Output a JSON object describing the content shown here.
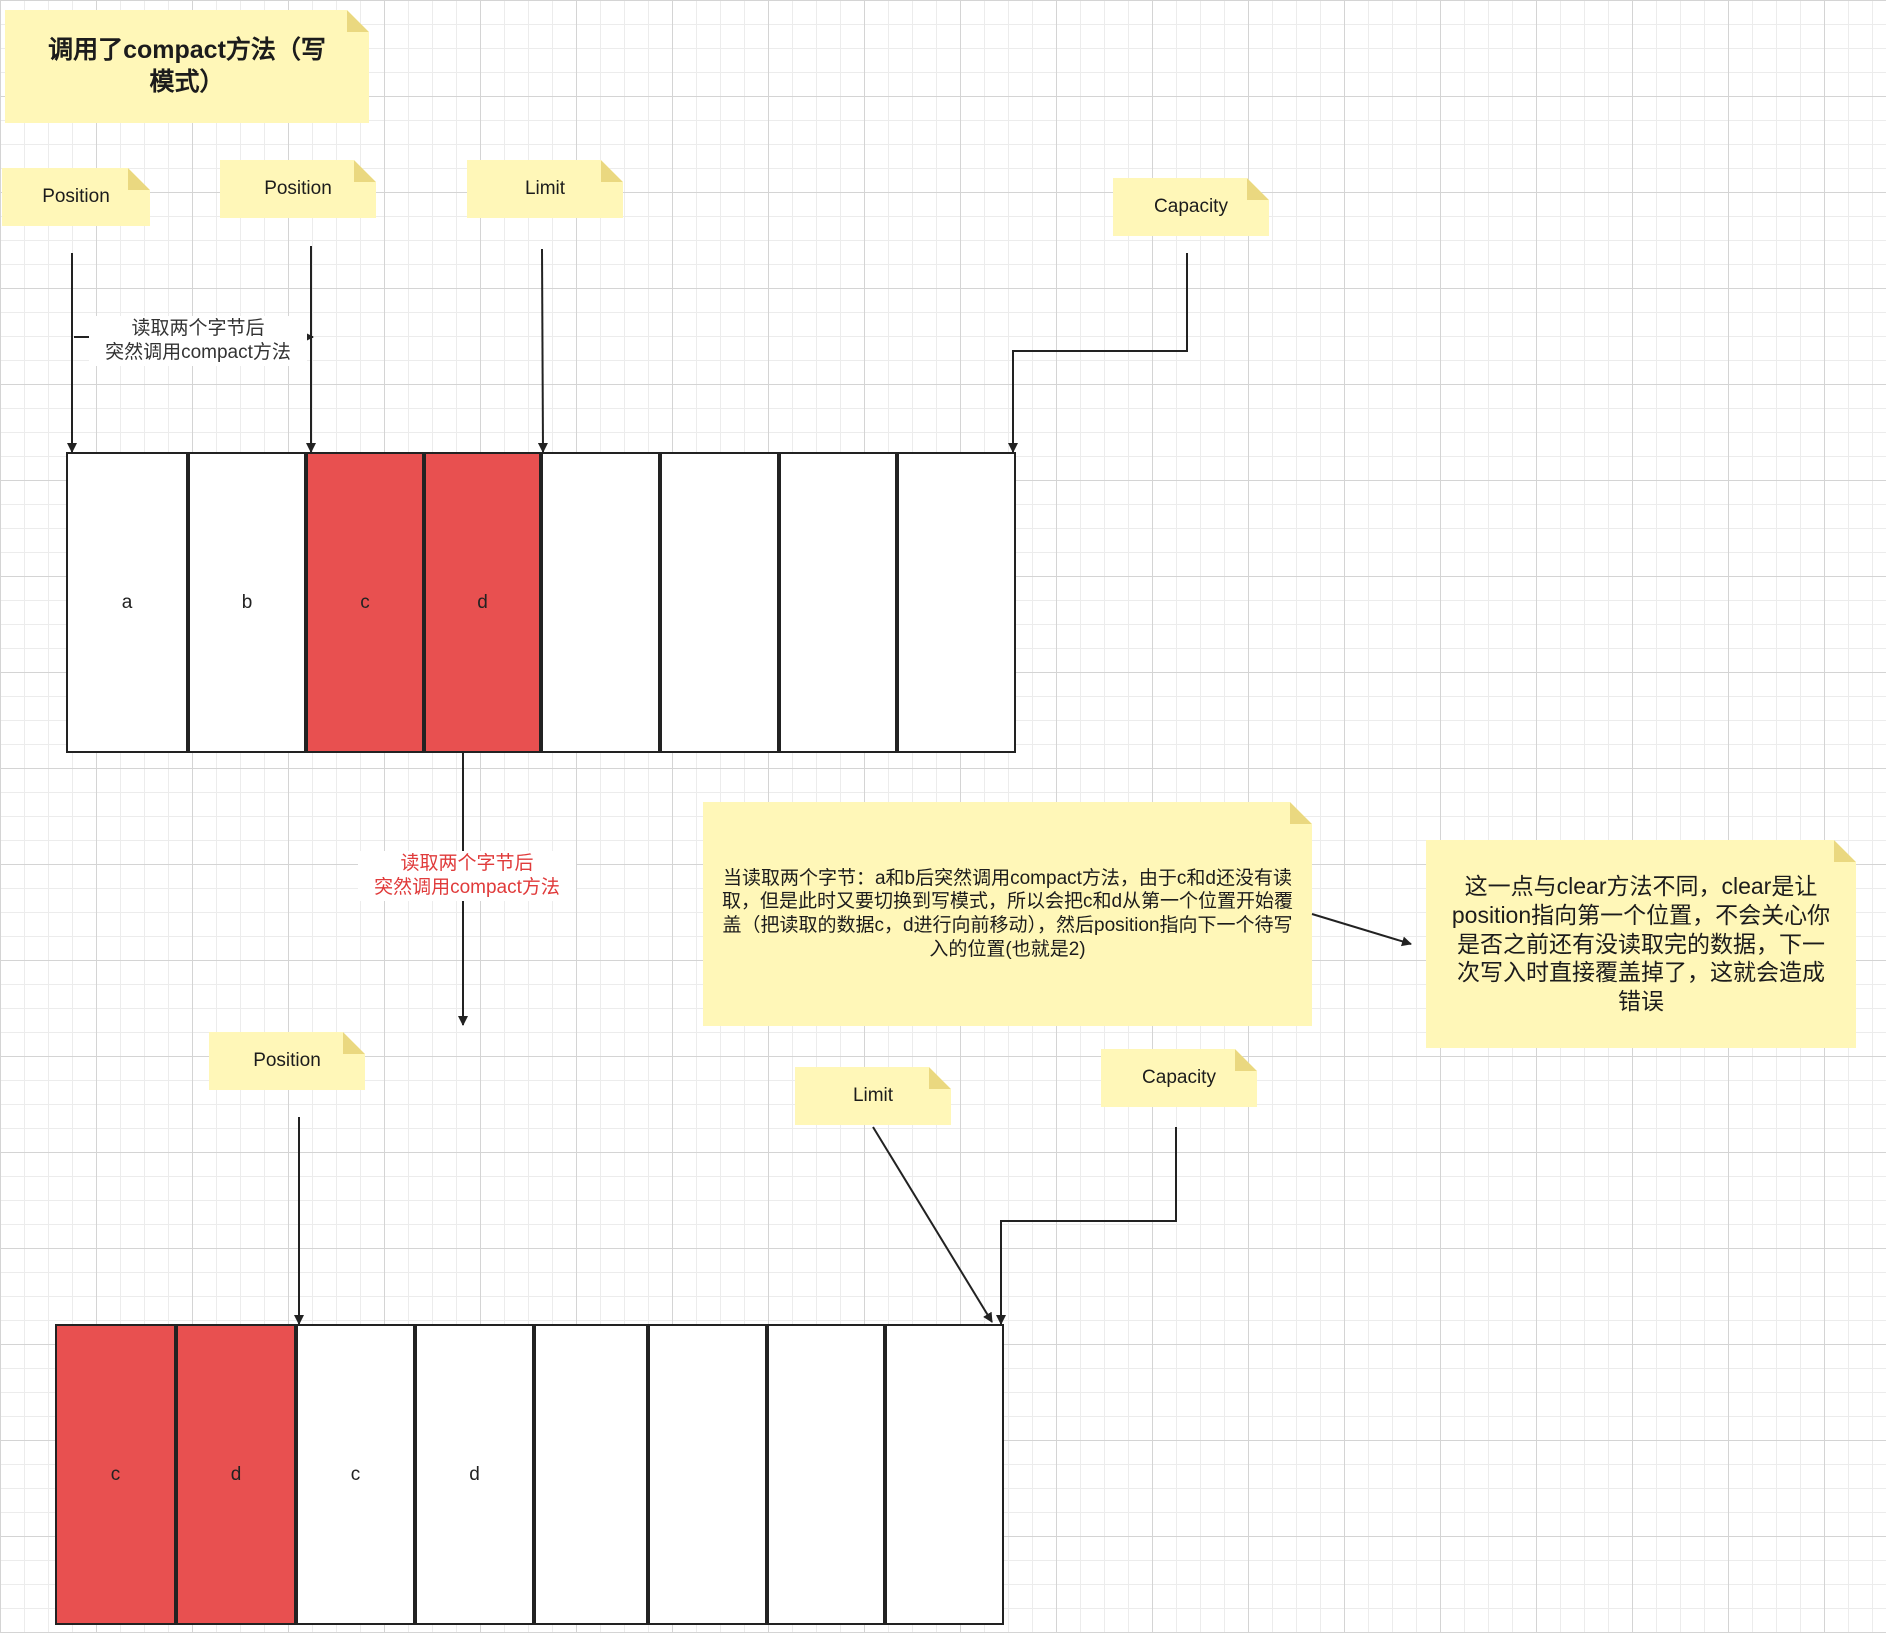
{
  "title": "调用了compact方法（写模式）",
  "top_labels": {
    "position_1": "Position",
    "position_2": "Position",
    "limit": "Limit",
    "capacity": "Capacity"
  },
  "bottom_labels": {
    "position": "Position",
    "limit": "Limit",
    "capacity": "Capacity"
  },
  "top_buffer": [
    {
      "text": "a",
      "highlighted": false
    },
    {
      "text": "b",
      "highlighted": false
    },
    {
      "text": "c",
      "highlighted": true
    },
    {
      "text": "d",
      "highlighted": true
    },
    {
      "text": "",
      "highlighted": false
    },
    {
      "text": "",
      "highlighted": false
    },
    {
      "text": "",
      "highlighted": false
    },
    {
      "text": "",
      "highlighted": false
    }
  ],
  "bottom_buffer": [
    {
      "text": "c",
      "highlighted": true
    },
    {
      "text": "d",
      "highlighted": true
    },
    {
      "text": "c",
      "highlighted": false
    },
    {
      "text": "d",
      "highlighted": false
    },
    {
      "text": "",
      "highlighted": false
    },
    {
      "text": "",
      "highlighted": false
    },
    {
      "text": "",
      "highlighted": false
    },
    {
      "text": "",
      "highlighted": false
    }
  ],
  "edge_labels": {
    "read_then_compact_top": [
      "读取两个字节后",
      "突然调用compact方法"
    ],
    "read_then_compact_mid": [
      "读取两个字节后",
      "突然调用compact方法"
    ]
  },
  "notes": {
    "explanation": "当读取两个字节：a和b后突然调用compact方法，由于c和d还没有读取，但是此时又要切换到写模式，所以会把c和d从第一个位置开始覆盖（把读取的数据c，d进行向前移动），然后position指向下一个待写入的位置(也就是2)",
    "comparison": "这一点与clear方法不同，clear是让position指向第一个位置，不会关心你是否之前还有没读取完的数据，下一次写入时直接覆盖掉了，这就会造成错误"
  },
  "colors": {
    "highlight": "#e85050",
    "note_fill": "#fff7b8",
    "edge_label_red": "#e03b3b",
    "stroke": "#222222"
  }
}
